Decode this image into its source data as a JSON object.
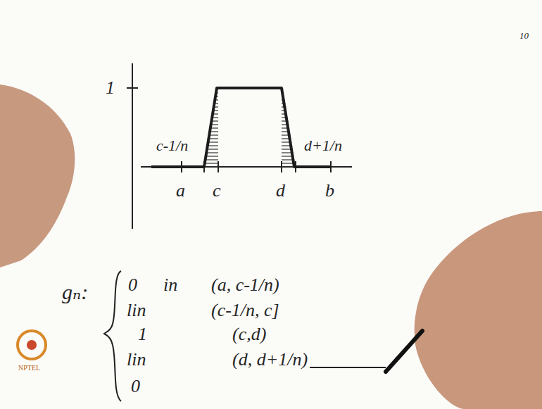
{
  "diagram": {
    "labels": [
      "10",
      "1",
      "c-1/n",
      "d+1/n",
      "a",
      "c",
      "d",
      "b",
      "gₙ:",
      "0",
      "in",
      "(a, c-1/n)",
      "lin",
      "(c-1/n, c]",
      "1",
      "(c,d)",
      "lin",
      "(d, d+1/n)",
      "0",
      "NPTEL"
    ]
  }
}
